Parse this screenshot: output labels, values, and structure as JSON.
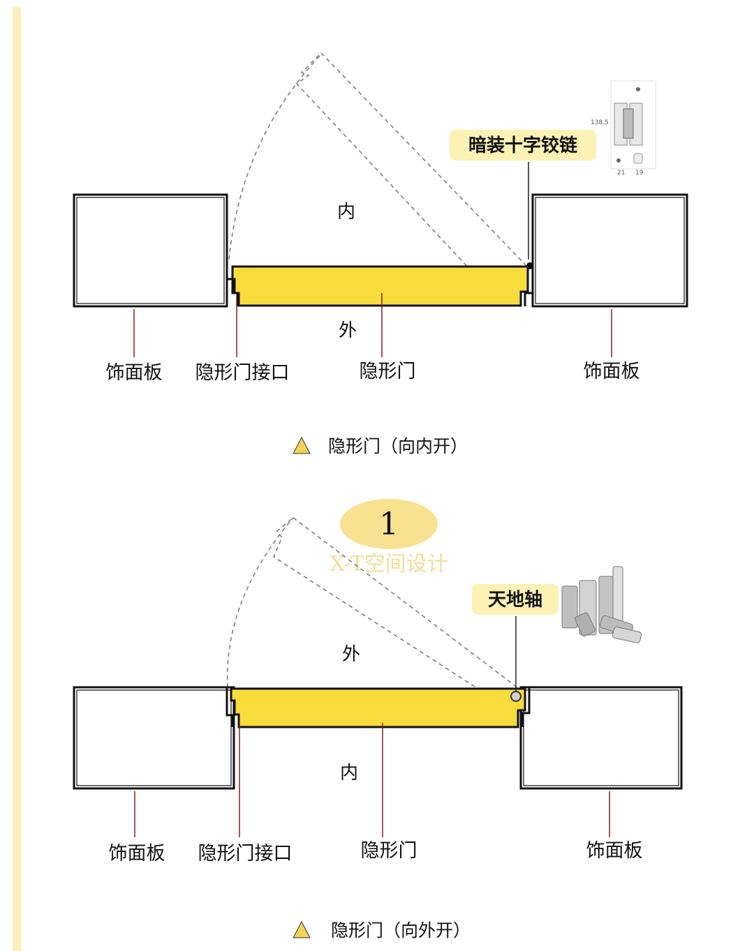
{
  "diagram_in": {
    "side_top": "内",
    "side_bottom": "外",
    "hardware_label": "暗装十字铰链",
    "hardware_icon": "concealed-cross-hinge-photo",
    "hinge_dims": {
      "height": "138.5",
      "w1": "21",
      "w2": "19"
    },
    "labels": {
      "panel_left": "饰面板",
      "joint": "隐形门接口",
      "door": "隐形门",
      "panel_right": "饰面板"
    },
    "caption": "隐形门（向内开）"
  },
  "badge": {
    "number": "1"
  },
  "watermark": "X-T空间设计",
  "diagram_out": {
    "side_top": "外",
    "side_bottom": "内",
    "hardware_label": "天地轴",
    "hardware_icon": "floor-ceiling-pivot-pins-photo",
    "labels": {
      "panel_left": "饰面板",
      "joint": "隐形门接口",
      "door": "隐形门",
      "panel_right": "饰面板"
    },
    "caption": "隐形门（向外开）"
  },
  "colors": {
    "door_fill": "#f7dc3c",
    "label_highlight": "#fdf2b5",
    "badge_fill": "#f8e190",
    "triangle_fill": "#f1d35a",
    "left_stripe": "#fbf0b9",
    "leader_line": "#8a1f1f"
  }
}
